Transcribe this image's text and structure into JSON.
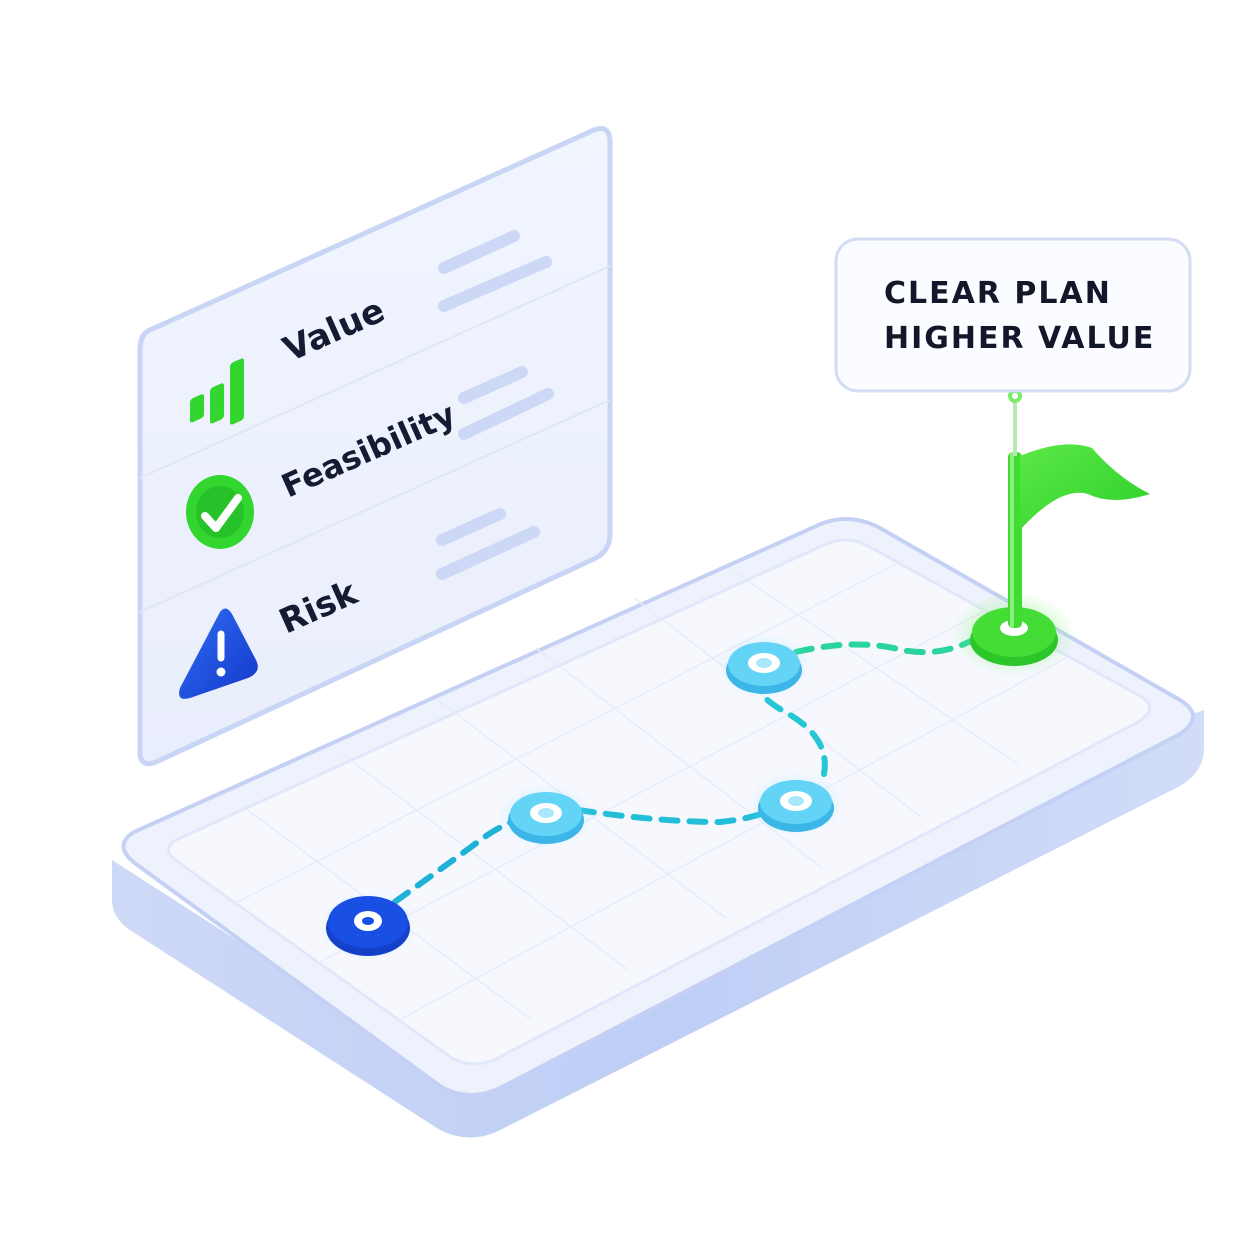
{
  "criteria": [
    {
      "label": "Value",
      "icon": "bar-chart-icon",
      "color": "#33d62f"
    },
    {
      "label": "Feasibility",
      "icon": "check-circle-icon",
      "color": "#33d62f"
    },
    {
      "label": "Risk",
      "icon": "warning-triangle-icon",
      "color": "#1c4fe0"
    }
  ],
  "callout": {
    "line1": "CLEAR PLAN",
    "line2": "HIGHER VALUE"
  },
  "colors": {
    "start_node": "#1a4fe6",
    "path_node": "#5fd0f5",
    "path_line": "#22c3dc",
    "goal": "#3fdc33",
    "panel_glass": "#eef3fd"
  }
}
